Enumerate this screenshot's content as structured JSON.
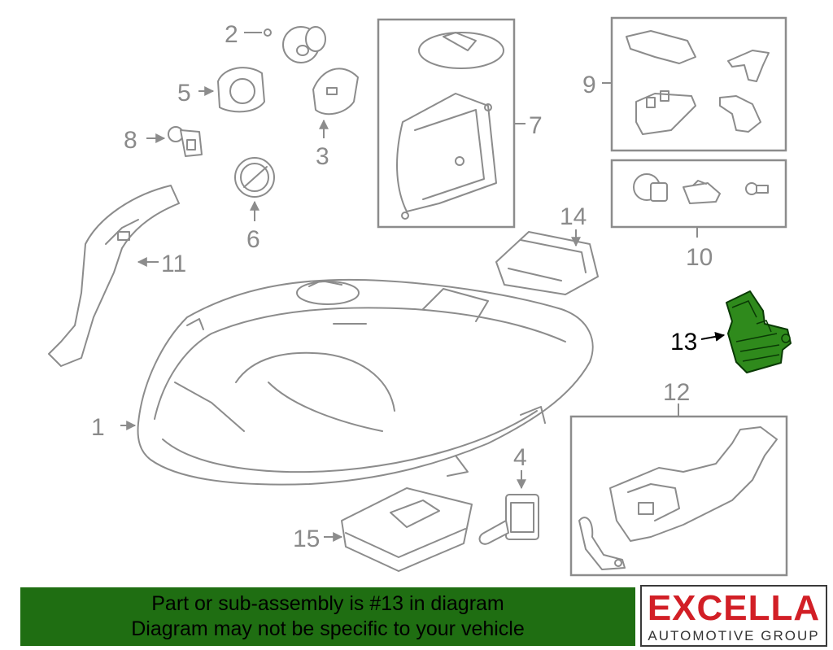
{
  "callouts": {
    "c1": "1",
    "c2": "2",
    "c3": "3",
    "c4": "4",
    "c5": "5",
    "c6": "6",
    "c7": "7",
    "c8": "8",
    "c9": "9",
    "c10": "10",
    "c11": "11",
    "c12": "12",
    "c13": "13",
    "c14": "14",
    "c15": "15"
  },
  "highlight": {
    "part": "13",
    "color": "#2f8a1c"
  },
  "banner": {
    "line1": "Part or sub-assembly is #13 in diagram",
    "line2": "Diagram may not be specific to your vehicle",
    "color": "#1f6e12"
  },
  "logo": {
    "name": "EXCELLA",
    "sub": "AUTOMOTIVE GROUP",
    "color": "#d21f26"
  }
}
